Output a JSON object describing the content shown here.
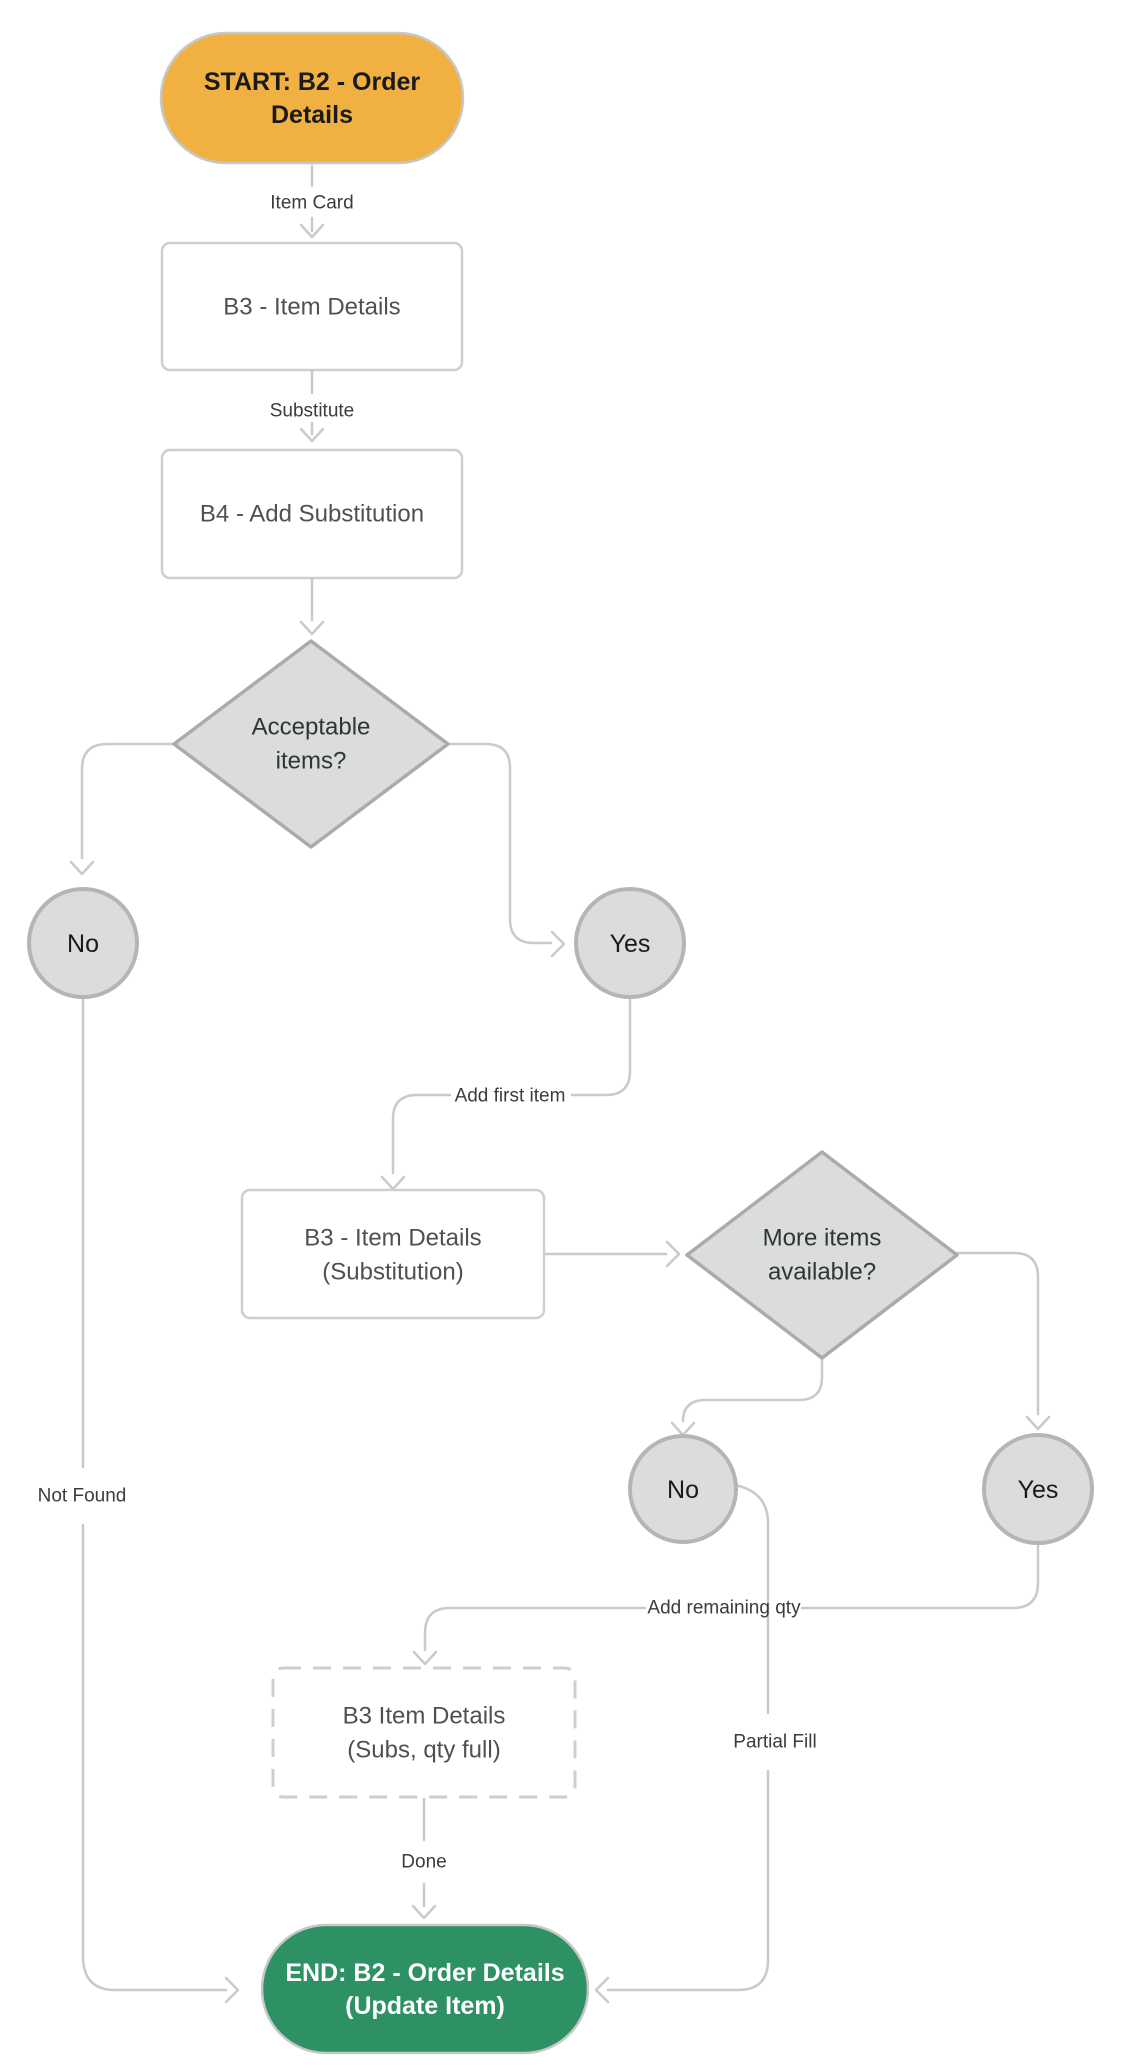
{
  "diagram": {
    "nodes": {
      "start": {
        "line1": "START: B2 - Order",
        "line2": "Details"
      },
      "b3": {
        "label": "B3 - Item Details"
      },
      "b4": {
        "label": "B4 - Add Substitution"
      },
      "decision_acceptable": {
        "line1": "Acceptable",
        "line2": "items?"
      },
      "no1": {
        "label": "No"
      },
      "yes1": {
        "label": "Yes"
      },
      "b3_substitution": {
        "line1": "B3 - Item Details",
        "line2": "(Substitution)"
      },
      "decision_more_items": {
        "line1": "More items",
        "line2": "available?"
      },
      "no2": {
        "label": "No"
      },
      "yes2": {
        "label": "Yes"
      },
      "b3_qty_full": {
        "line1": "B3 Item Details",
        "line2": "(Subs, qty full)"
      },
      "end": {
        "line1": "END: B2 - Order Details",
        "line2": "(Update Item)"
      }
    },
    "edge_labels": {
      "item_card": "Item Card",
      "substitute": "Substitute",
      "add_first_item": "Add first item",
      "not_found": "Not Found",
      "add_remaining_qty": "Add remaining qty",
      "partial_fill": "Partial Fill",
      "done": "Done"
    },
    "colors": {
      "start_fill": "#F0B042",
      "start_text": "#181B1A",
      "end_fill": "#2E9164",
      "end_text": "#FFFFFF",
      "node_fill": "#FFFFFF",
      "node_border": "#CDCFCE",
      "decision_fill": "#DBDDDC",
      "decision_border": "#A9ACAB",
      "circle_border": "#B4B6B5",
      "pill_border": "#C6C8C7",
      "edge": "#C9CBCA",
      "node_text": "#4D5150",
      "decision_text": "#303433",
      "edge_label_text": "#3A3D3C"
    }
  }
}
